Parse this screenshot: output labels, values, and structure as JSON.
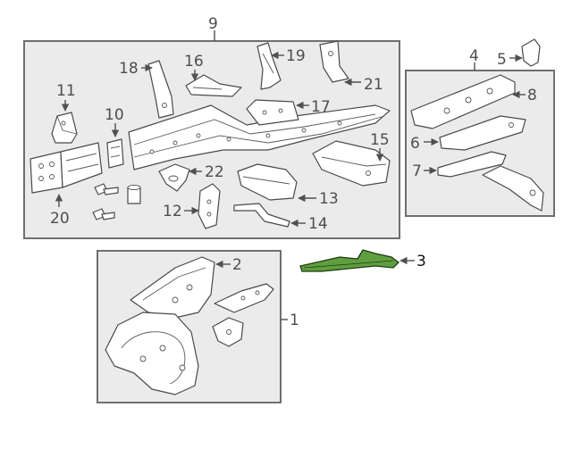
{
  "labels": {
    "p1": "1",
    "p2": "2",
    "p3": "3",
    "p4": "4",
    "p5": "5",
    "p6": "6",
    "p7": "7",
    "p8": "8",
    "p9": "9",
    "p10": "10",
    "p11": "11",
    "p12": "12",
    "p13": "13",
    "p14": "14",
    "p15": "15",
    "p16": "16",
    "p17": "17",
    "p18": "18",
    "p19": "19",
    "p20": "20",
    "p21": "21",
    "p22": "22"
  },
  "colors": {
    "highlighted_part": "#5f9e3e",
    "group_box_fill": "#ebebeb",
    "line": "#505050"
  },
  "highlighted_part_label": "3"
}
